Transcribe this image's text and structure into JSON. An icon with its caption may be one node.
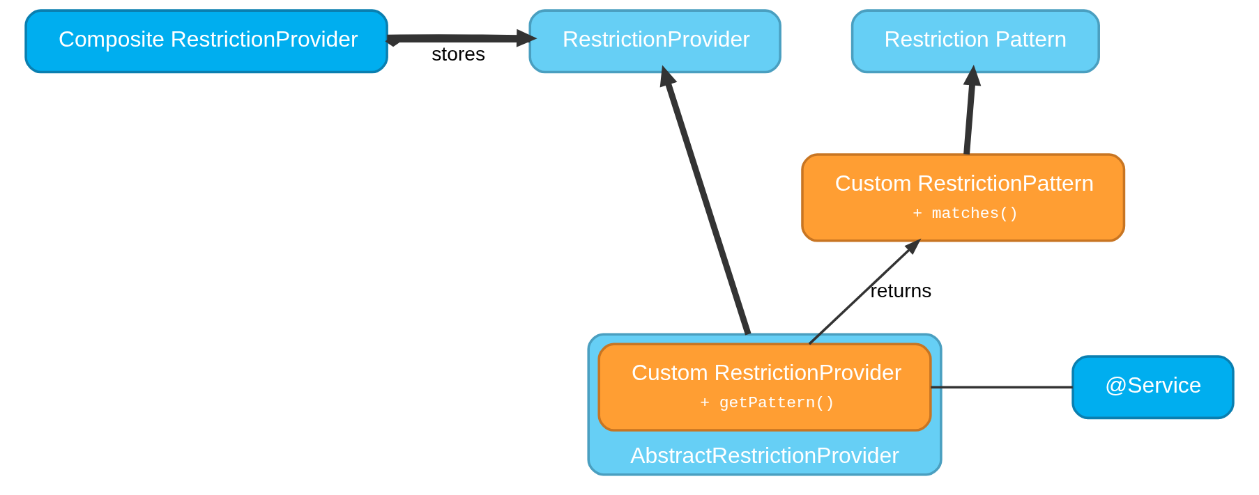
{
  "diagram": {
    "nodes": [
      {
        "text": [
          "Composite RestrictionProvider"
        ]
      },
      {
        "text": [
          "RestrictionProvider"
        ]
      },
      {
        "text": [
          "Restriction Pattern"
        ]
      },
      {
        "text": [
          "AbstractRestrictionProvider"
        ]
      },
      {
        "text": [
          "Custom RestrictionProvider",
          "+ getPattern()"
        ],
        "in": 3
      },
      {
        "text": [
          "@Service"
        ]
      },
      {
        "text": [
          "Custom RestrictionPattern",
          "+ matches()"
        ]
      }
    ],
    "edges": [
      {
        "from": 0,
        "to": 1,
        "arrow": "to",
        "style": "thick"
      },
      {
        "from": 0,
        "to": 1,
        "arrow": "other",
        "label": "stores"
      },
      {
        "from": 3,
        "to": 1,
        "arrow": "to",
        "style": "thick"
      },
      {
        "from": 6,
        "to": 2,
        "arrow": "to",
        "style": "thick"
      },
      {
        "from": 4,
        "to": 6,
        "arrow": "to",
        "label": "returns"
      },
      {
        "from": 5,
        "to": 4,
        "arrow": "none"
      }
    ]
  }
}
